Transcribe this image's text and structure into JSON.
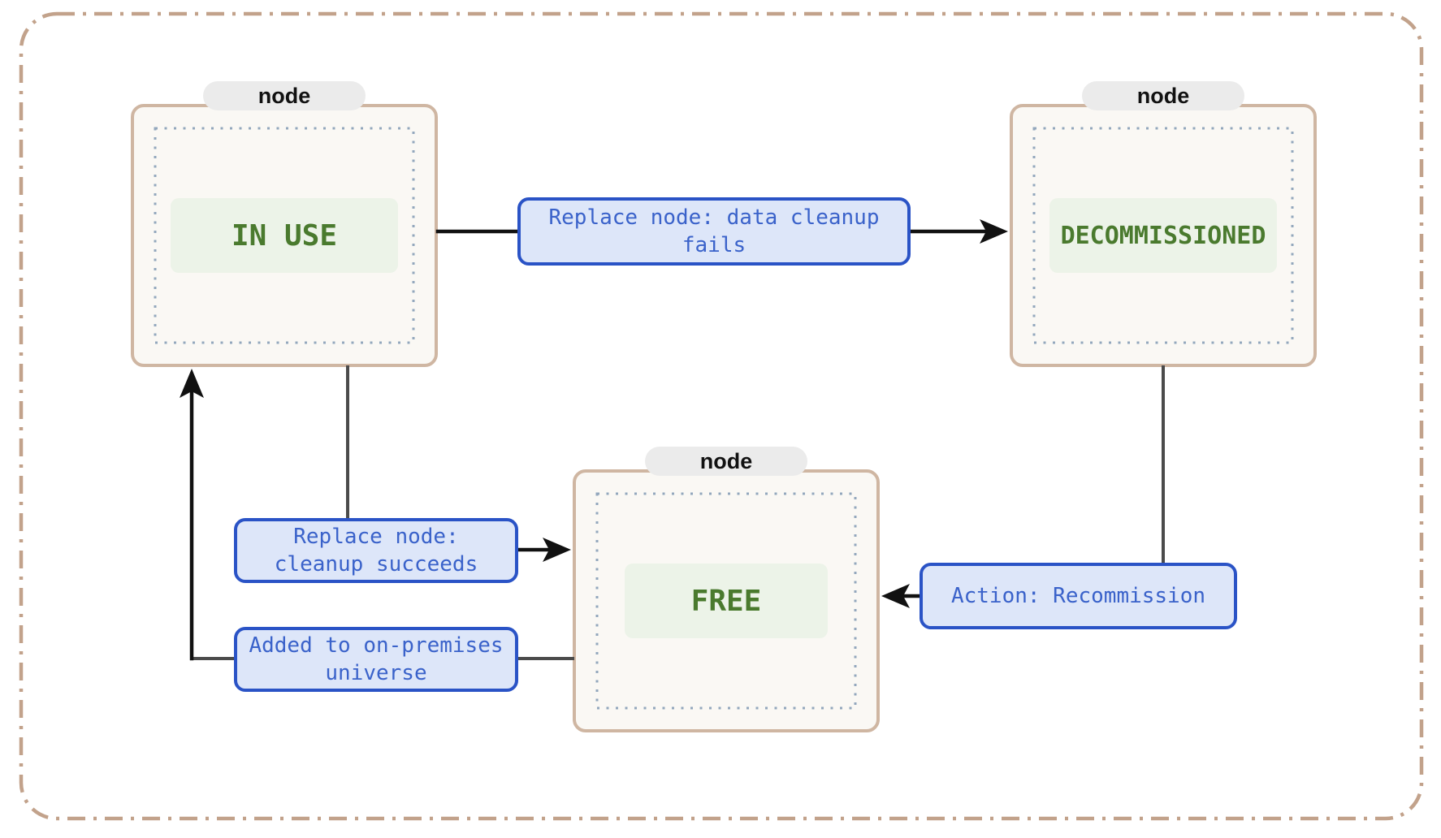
{
  "diagram": {
    "type": "state-flow-diagram",
    "container_label": "node",
    "nodes": [
      {
        "id": "node-in-use",
        "pill_label": "node",
        "state_label": "IN USE"
      },
      {
        "id": "node-decommissioned",
        "pill_label": "node",
        "state_label": "DECOMMISSIONED"
      },
      {
        "id": "node-free",
        "pill_label": "node",
        "state_label": "FREE"
      }
    ],
    "edges": [
      {
        "label": "Replace node: data cleanup fails",
        "from": "IN USE",
        "to": "DECOMMISSIONED",
        "direction": "right"
      },
      {
        "label": "Replace node: cleanup succeeds",
        "from": "IN USE",
        "to": "FREE",
        "direction": "down-right"
      },
      {
        "label": "Added to on-premises universe",
        "from": "FREE",
        "to": "IN USE",
        "direction": "left-up"
      },
      {
        "label": "Action: Recommission",
        "from": "DECOMMISSIONED",
        "to": "FREE",
        "direction": "down-left"
      }
    ],
    "colors": {
      "outer_frame": "#c2a28b",
      "card_border": "#cfb6a2",
      "card_background": "#faf8f4",
      "pill_background": "#ebebeb",
      "pill_text": "#111111",
      "state_background": "#ecf3e8",
      "state_text": "#4a7a2e",
      "dotted_inner_border": "#93a7bd",
      "edge_label_border": "#2a53c6",
      "edge_label_background": "#dde6f9",
      "edge_label_text": "#3a62ca",
      "connector_line": "#4b4b4b",
      "arrow": "#111111"
    }
  }
}
